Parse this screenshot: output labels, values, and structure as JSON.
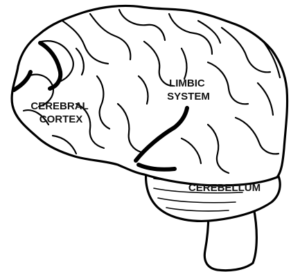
{
  "labels": {
    "cerebral_cortex": [
      "CEREBRAL",
      "CORTEX"
    ],
    "limbic_system": [
      "LIMBIC",
      "SYSTEM"
    ],
    "cerebellum": [
      "CEREBELLUM"
    ]
  },
  "colors": {
    "line": "#000000",
    "fill": "#ffffff",
    "text": "#111111"
  }
}
